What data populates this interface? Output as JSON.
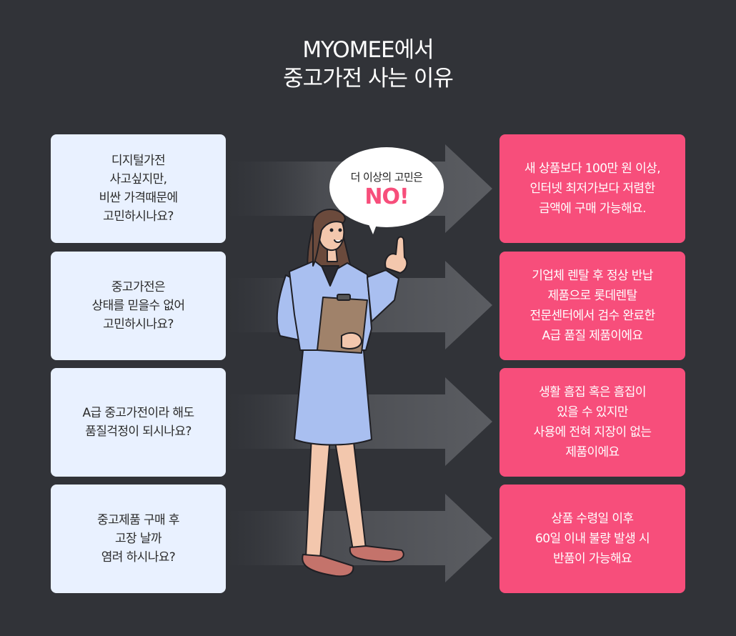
{
  "title": {
    "line1": "MYOMEE에서",
    "line2": "중고가전 사는 이유"
  },
  "concerns": [
    "디지털가전\n사고싶지만,\n비싼 가격때문에\n고민하시나요?",
    "중고가전은\n상태를 믿을수 없어\n고민하시나요?",
    "A급 중고가전이라 해도\n품질걱정이 되시나요?",
    "중고제품 구매 후\n고장 날까\n염려 하시나요?"
  ],
  "answers": [
    "새 상품보다 100만 원 이상,\n인터넷 최저가보다 저렴한\n금액에 구매 가능해요.",
    "기업체 렌탈 후 정상 반납\n제품으로 롯데렌탈\n전문센터에서 검수 완료한\nA급 품질 제품이에요",
    "생활 흠집 혹은 흠집이\n있을 수 있지만\n사용에 전혀 지장이 없는\n제품이에요",
    "상품 수령일 이후\n60일 이내 불량 발생 시\n반품이 가능해요"
  ],
  "bubble": {
    "line1": "더 이상의 고민은",
    "line2": "NO!"
  },
  "colors": {
    "background": "#313338",
    "concern_card": "#e9f1ff",
    "answer_card": "#f74e7b",
    "accent": "#f74e7b"
  }
}
